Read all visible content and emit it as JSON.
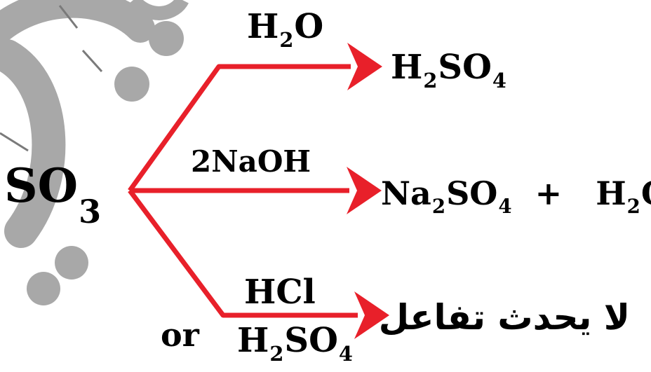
{
  "reactant": {
    "base": "SO",
    "sub": "3"
  },
  "branches": [
    {
      "reagent": [
        {
          "t": "H"
        },
        {
          "t": "2",
          "sub": true
        },
        {
          "t": "O"
        }
      ],
      "product": [
        {
          "t": "H"
        },
        {
          "t": "2",
          "sub": true
        },
        {
          "t": "SO"
        },
        {
          "t": "4",
          "sub": true
        }
      ]
    },
    {
      "reagent": [
        {
          "t": "2NaOH"
        }
      ],
      "product": [
        {
          "t": "Na"
        },
        {
          "t": "2",
          "sub": true
        },
        {
          "t": "SO"
        },
        {
          "t": "4",
          "sub": true
        },
        {
          "t": "  +   "
        },
        {
          "t": "H"
        },
        {
          "t": "2",
          "sub": true
        },
        {
          "t": "O"
        }
      ]
    },
    {
      "reagent": [
        {
          "t": "HCl"
        }
      ],
      "alt_connector": "or",
      "alt_reagent": [
        {
          "t": "H"
        },
        {
          "t": "2",
          "sub": true
        },
        {
          "t": "SO"
        },
        {
          "t": "4",
          "sub": true
        }
      ],
      "result_text": "لا يحدث تفاعل"
    }
  ],
  "colors": {
    "arrow": "#e8202a",
    "text": "#000000",
    "decoration": "#a8a8a8"
  }
}
